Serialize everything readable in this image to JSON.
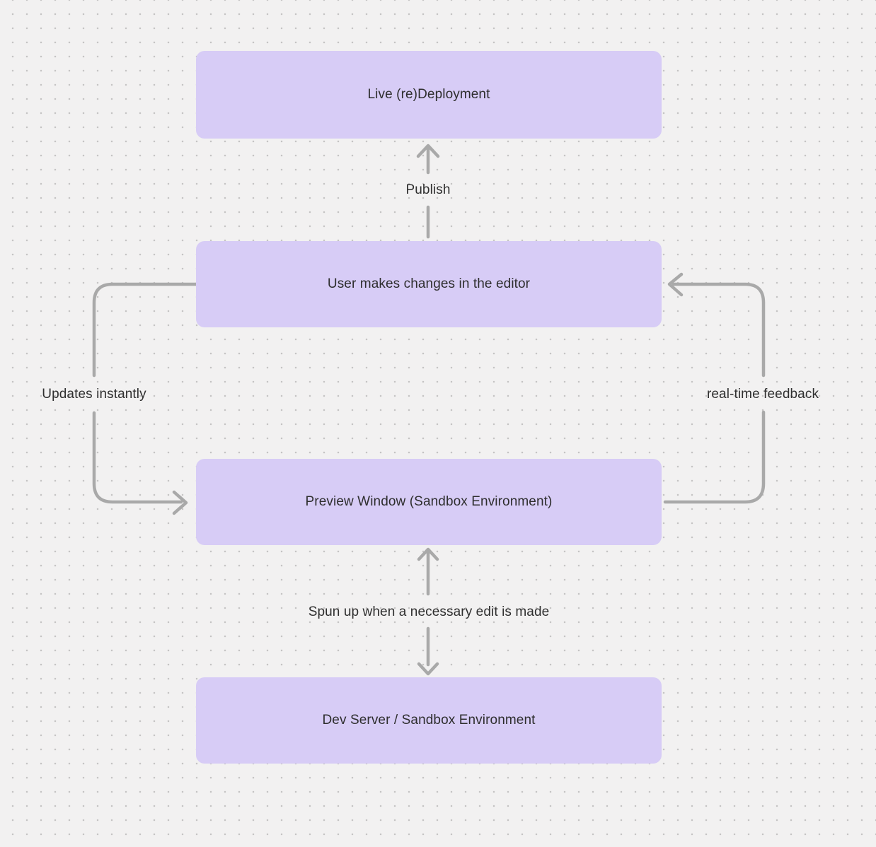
{
  "diagram": {
    "type": "flowchart",
    "background_color": "#f2f1f1",
    "dot_grid_color": "#c5c4c4",
    "node_fill_color": "#d7ccf6",
    "node_text_color": "#2e2e2e",
    "arrow_color": "#a9a9a9",
    "nodes": [
      {
        "id": "live-deployment",
        "label": "Live (re)Deployment"
      },
      {
        "id": "editor",
        "label": "User makes changes in the editor"
      },
      {
        "id": "preview-window",
        "label": "Preview Window (Sandbox Environment)"
      },
      {
        "id": "dev-server",
        "label": "Dev Server / Sandbox Environment"
      }
    ],
    "edges": [
      {
        "from": "editor",
        "to": "live-deployment",
        "label": "Publish",
        "direction": "up"
      },
      {
        "from": "editor",
        "to": "preview-window",
        "label": "Updates instantly",
        "side": "left",
        "direction": "down"
      },
      {
        "from": "preview-window",
        "to": "editor",
        "label": "real-time feedback",
        "side": "right",
        "direction": "up"
      },
      {
        "from": "preview-window",
        "to": "dev-server",
        "label": "Spun up when a necessary edit is made",
        "direction": "bidirectional"
      }
    ]
  }
}
